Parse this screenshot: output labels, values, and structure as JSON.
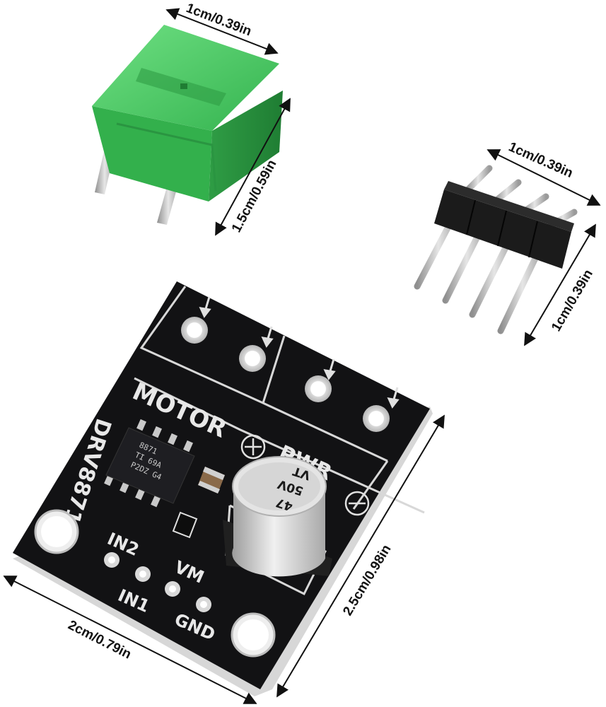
{
  "dimensions": {
    "terminal_width": "1cm/0.39in",
    "terminal_height": "1.5cm/0.59in",
    "header_width": "1cm/0.39in",
    "header_height": "1cm/0.39in",
    "board_width": "2cm/0.79in",
    "board_height": "2.5cm/0.98in"
  },
  "board": {
    "name": "DRV8871",
    "motor_label": "MOTOR",
    "power_label": "PWR",
    "pin_in2": "IN2",
    "pin_in1": "IN1",
    "pin_vm": "VM",
    "pin_gnd": "GND",
    "chip_line1": "8871",
    "chip_line2": "TI  69A",
    "chip_line3": "P2DZ G4",
    "cap_line1": "47",
    "cap_line2": "50V",
    "cap_line3": "VT"
  },
  "colors": {
    "pcb": "#121214",
    "terminal": "#3fc25a",
    "header_plastic": "#1b1b1b",
    "pin_metal": "#bdbdbd"
  },
  "icons": [
    "arrow-icon",
    "plus-icon",
    "minus-icon"
  ]
}
